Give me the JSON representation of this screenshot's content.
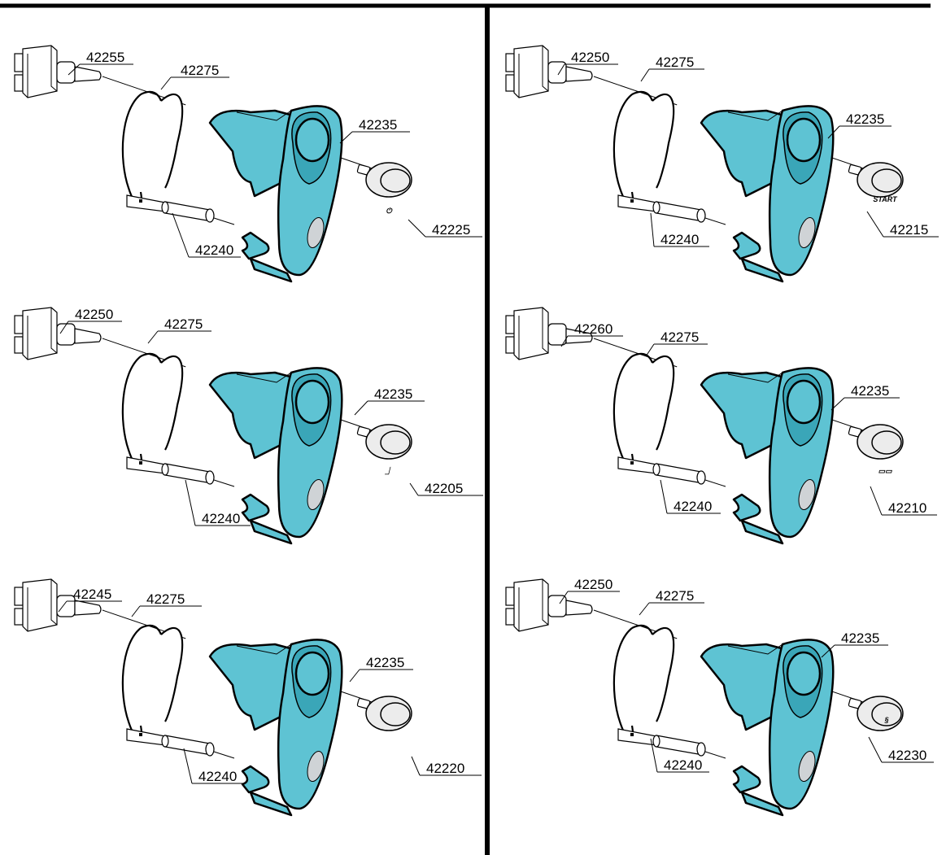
{
  "panels": [
    {
      "id": "top-left",
      "labels": {
        "switch": "42255",
        "ring": "42275",
        "housing": "42235",
        "lamp": "42240",
        "cap": "42225"
      },
      "cap_symbol": "power"
    },
    {
      "id": "top-right",
      "labels": {
        "switch": "42250",
        "ring": "42275",
        "housing": "42235",
        "lamp": "42240",
        "cap": "42215"
      },
      "cap_symbol": "START"
    },
    {
      "id": "middle-left",
      "labels": {
        "switch": "42250",
        "ring": "42275",
        "housing": "42235",
        "lamp": "42240",
        "cap": "42205"
      },
      "cap_symbol": "seat"
    },
    {
      "id": "middle-right",
      "labels": {
        "switch": "42260",
        "ring": "42275",
        "housing": "42235",
        "lamp": "42240",
        "cap": "42210"
      },
      "cap_symbol": "lights"
    },
    {
      "id": "bottom-left",
      "labels": {
        "switch": "42245",
        "ring": "42275",
        "housing": "42235",
        "lamp": "42240",
        "cap": "42220"
      },
      "cap_symbol": "blank"
    },
    {
      "id": "bottom-right",
      "labels": {
        "switch": "42250",
        "ring": "42275",
        "housing": "42235",
        "lamp": "42240",
        "cap": "42230"
      },
      "cap_symbol": "s"
    }
  ],
  "colors": {
    "housing": "#5ec3d3",
    "lens": "#cfd3d6",
    "frame": "#000000"
  }
}
